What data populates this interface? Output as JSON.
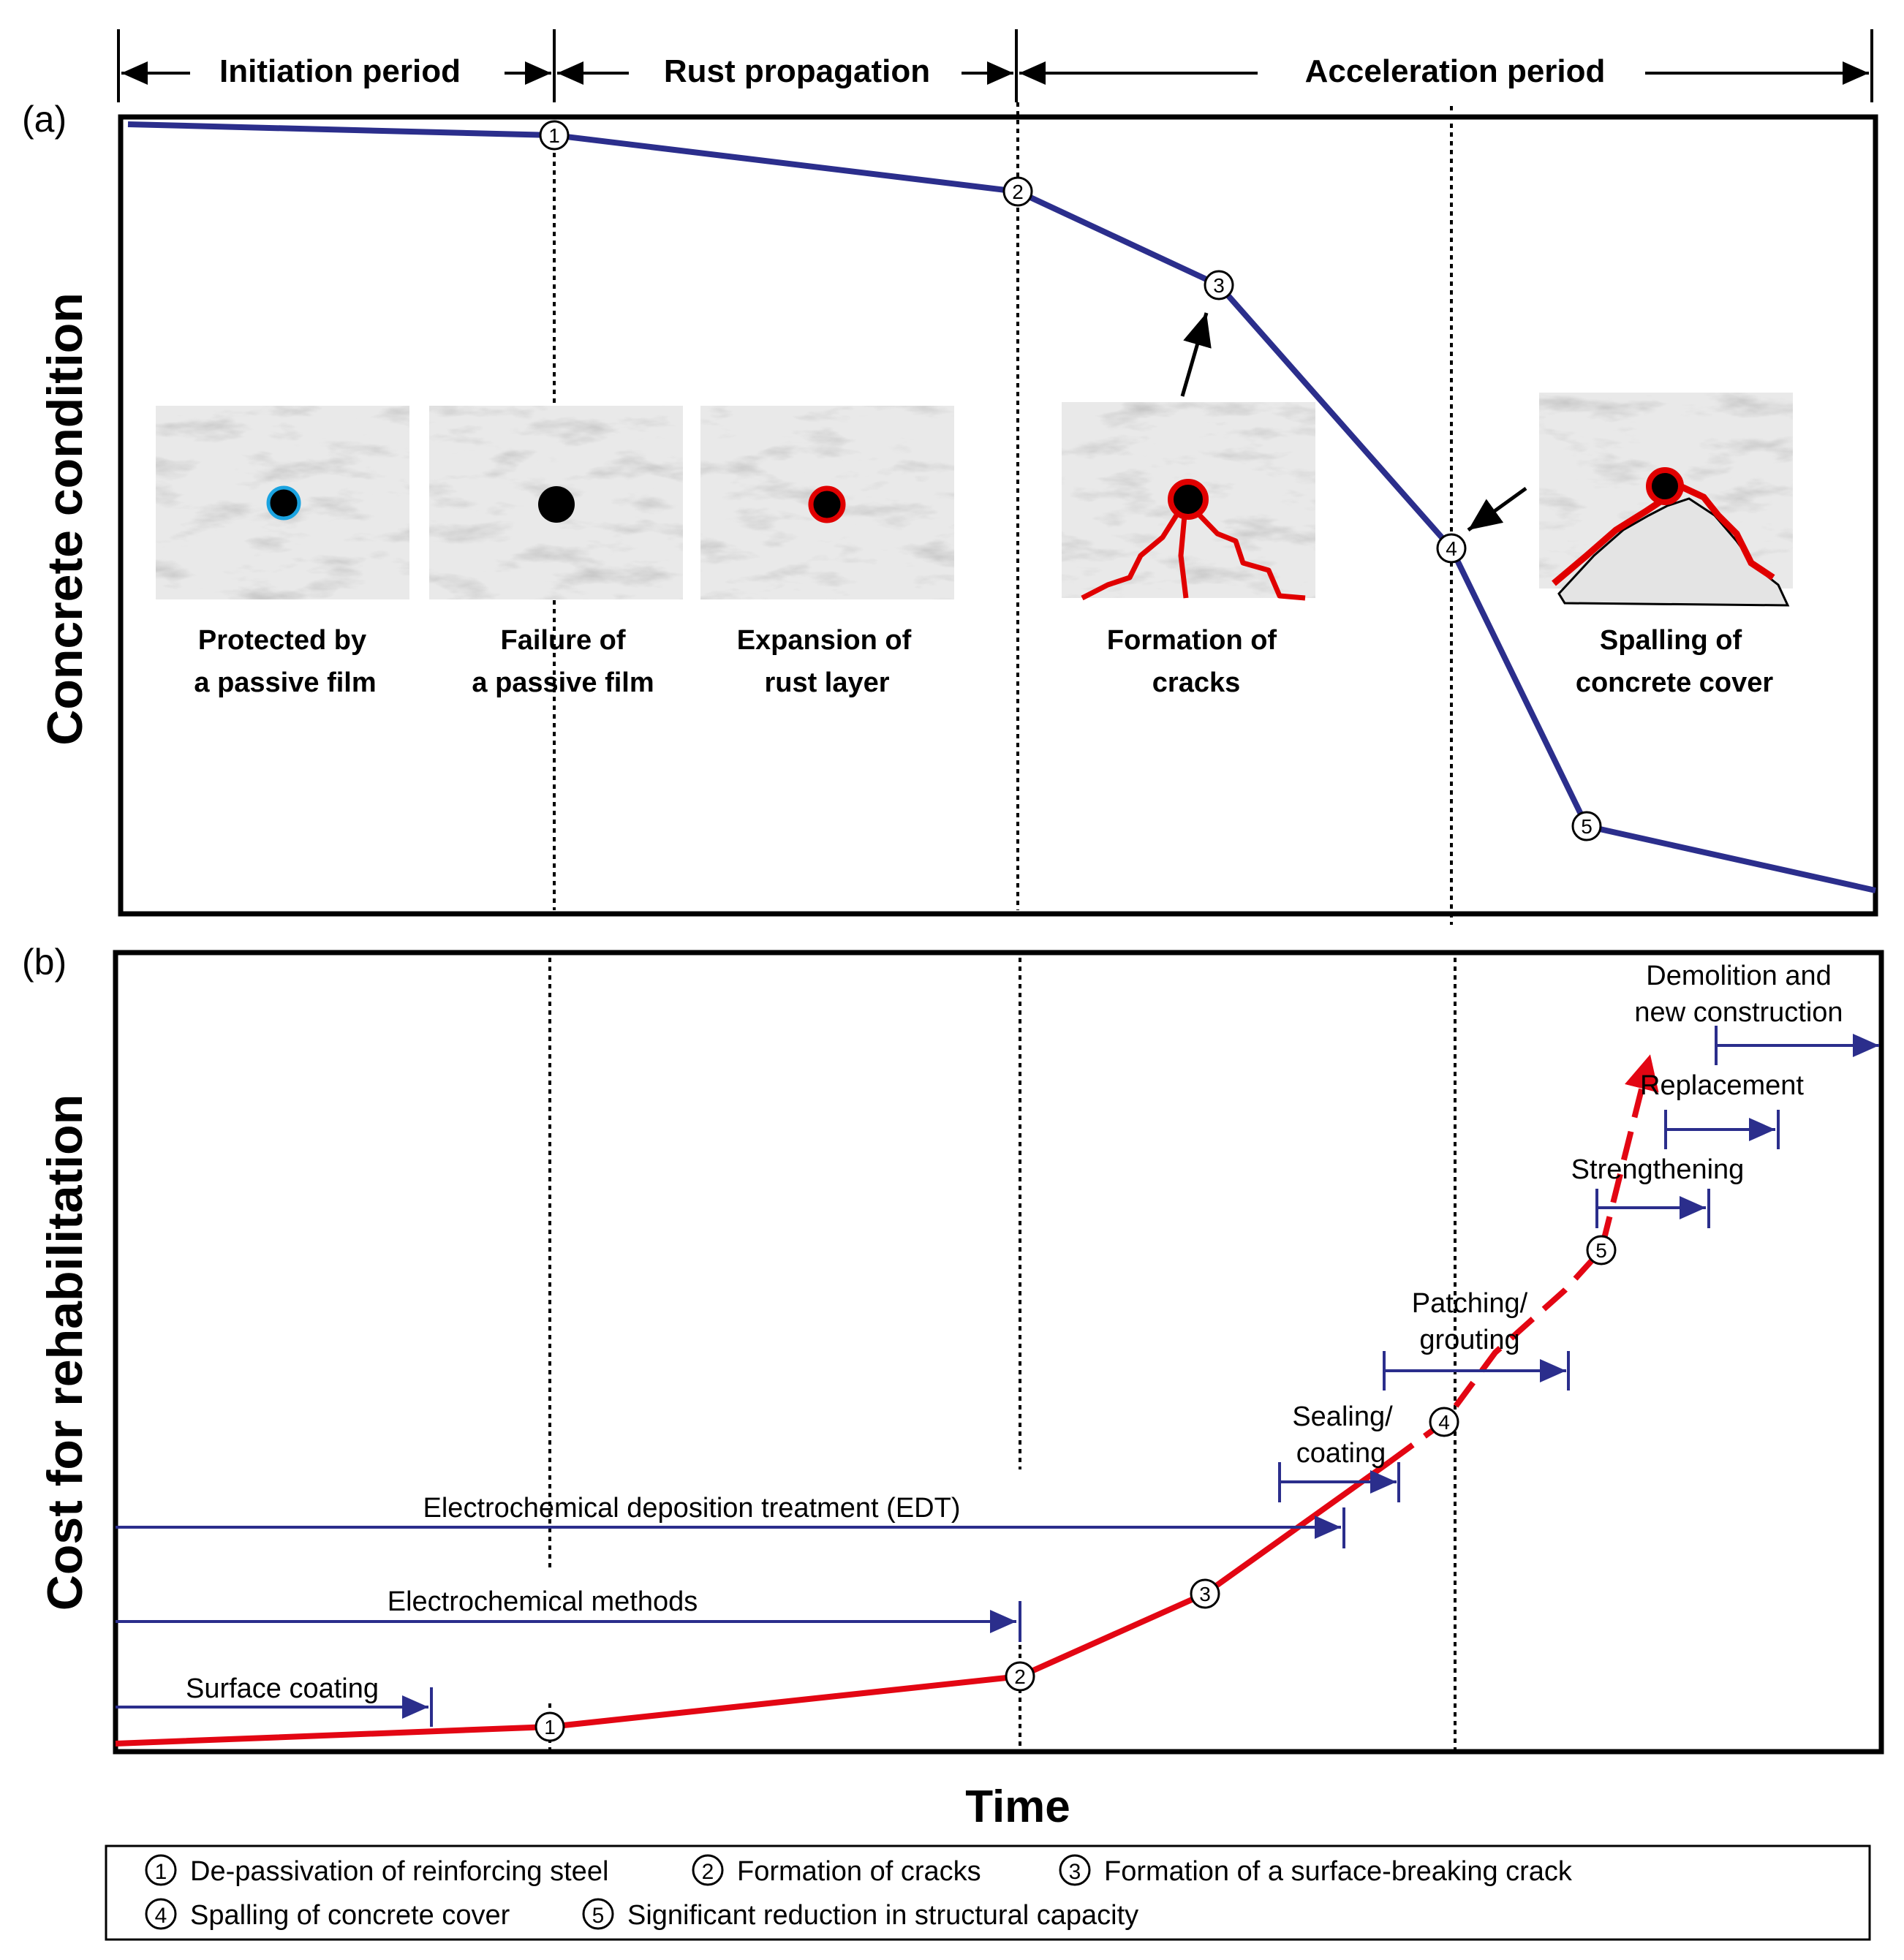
{
  "panel_a": {
    "label": "(a)",
    "ylabel": "Concrete condition",
    "periods": [
      "Initiation period",
      "Rust propagation",
      "Acceleration period"
    ],
    "points": [
      "1",
      "2",
      "3",
      "4",
      "5"
    ],
    "stages": [
      {
        "line1": "Protected by",
        "line2": "a passive film",
        "ring": "#1aa3e0"
      },
      {
        "line1": "Failure of",
        "line2": "a passive film",
        "ring": "#000000"
      },
      {
        "line1": "Expansion of",
        "line2": "rust layer",
        "ring": "#e00000"
      },
      {
        "line1": "Formation of",
        "line2": "cracks",
        "ring": "#e00000"
      },
      {
        "line1": "Spalling of",
        "line2": "concrete cover",
        "ring": "#e00000"
      }
    ]
  },
  "panel_b": {
    "label": "(b)",
    "ylabel": "Cost for rehabilitation",
    "points": [
      "1",
      "2",
      "3",
      "4",
      "5"
    ],
    "methods": [
      {
        "text": "Surface coating"
      },
      {
        "text": "Electrochemical methods"
      },
      {
        "text": "Electrochemical deposition treatment (EDT)"
      },
      {
        "line1": "Sealing/",
        "line2": "coating"
      },
      {
        "line1": "Patching/",
        "line2": "grouting"
      },
      {
        "text": "Strengthening"
      },
      {
        "text": "Replacement"
      },
      {
        "line1": "Demolition and",
        "line2": "new construction"
      }
    ]
  },
  "xlabel": "Time",
  "legend": [
    {
      "num": "1",
      "text": "De-passivation of reinforcing steel"
    },
    {
      "num": "2",
      "text": "Formation of cracks"
    },
    {
      "num": "3",
      "text": "Formation of a surface-breaking crack"
    },
    {
      "num": "4",
      "text": "Spalling of concrete cover"
    },
    {
      "num": "5",
      "text": "Significant reduction in structural capacity"
    }
  ],
  "colors": {
    "condition_line": "#2b2e8c",
    "cost_line": "#e30613",
    "arrows": "#2b2e8c"
  }
}
